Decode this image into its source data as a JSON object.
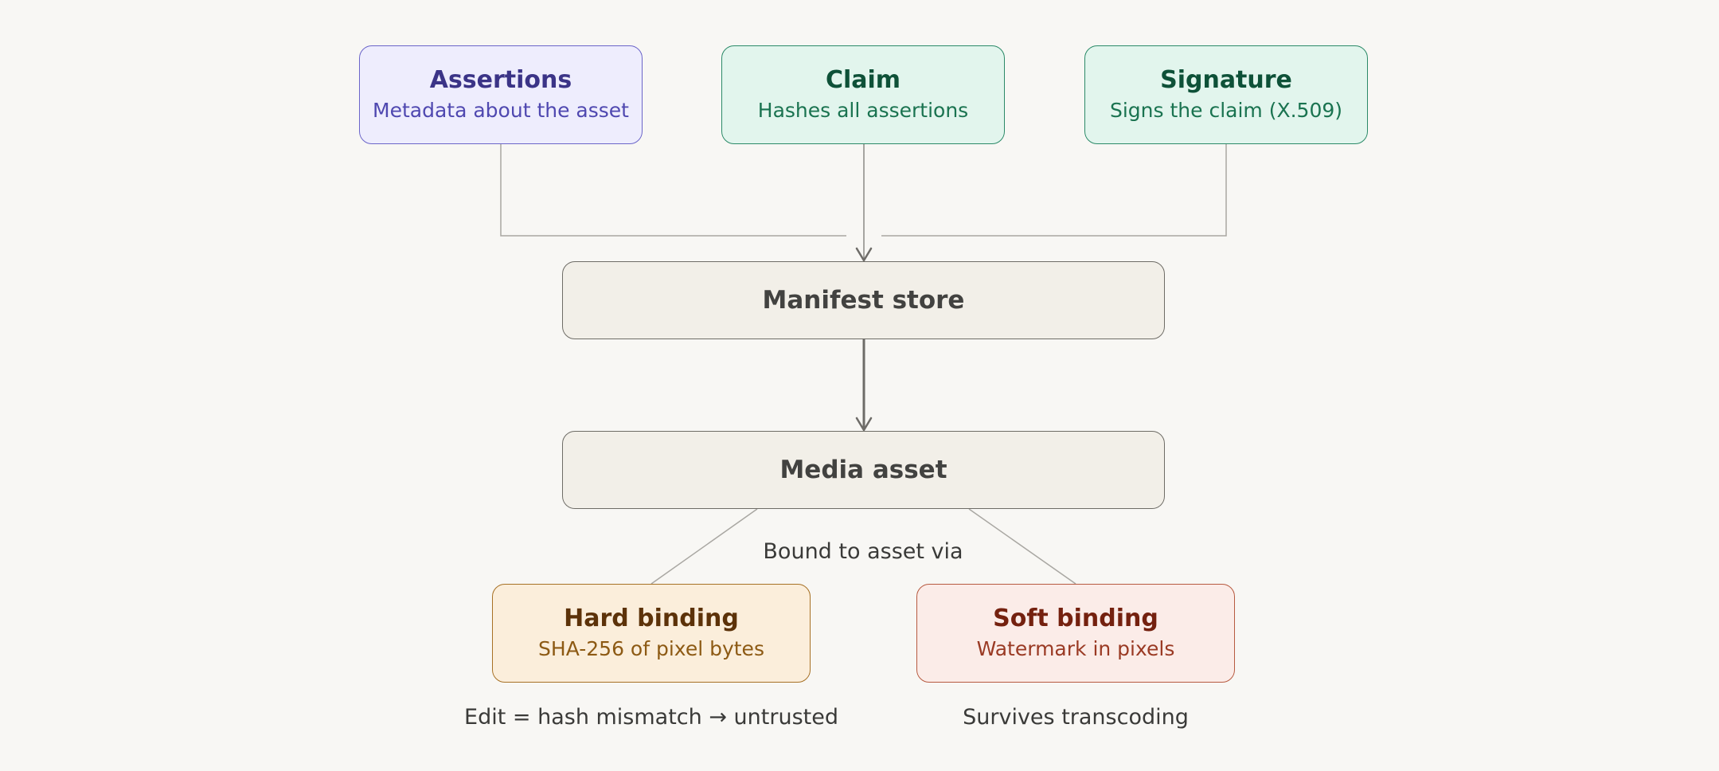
{
  "diagram": {
    "assertions": {
      "title": "Assertions",
      "subtitle": "Metadata about the asset"
    },
    "claim": {
      "title": "Claim",
      "subtitle": "Hashes all assertions"
    },
    "signature": {
      "title": "Signature",
      "subtitle": "Signs the claim (X.509)"
    },
    "manifest_store": {
      "title": "Manifest store"
    },
    "media_asset": {
      "title": "Media asset"
    },
    "binding_label": "Bound to asset via",
    "hard_binding": {
      "title": "Hard binding",
      "subtitle": "SHA-256 of pixel bytes",
      "note": "Edit = hash mismatch → untrusted"
    },
    "soft_binding": {
      "title": "Soft binding",
      "subtitle": "Watermark in pixels",
      "note": "Survives transcoding"
    }
  },
  "colors": {
    "background": "#f8f7f4",
    "connector": "#a9a7a2",
    "arrow": "#6e6c68"
  }
}
